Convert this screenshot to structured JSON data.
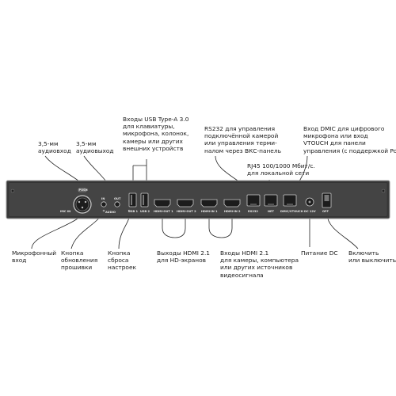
{
  "labels": {
    "usb": "Входы USB Type-A 3.0\nдля клавиатуры,\nмикрофона, колонок,\nкамеры или других\nвнешних устройств",
    "rs232": "RS232 для управления\nподключённой камерой\nили управления терми-\nналом через ВКС-панель",
    "dmic": "Вход DMIC для цифрового\nмикрофона или вход\nVTOUCH для панели\nуправления (с поддержкой PoE)",
    "audio_in": "3,5-мм\nаудиовход",
    "audio_out": "3,5-мм\nаудиовыход",
    "rj45": "RJ45 100/1000 Мбит/с.\nдля локальной сети",
    "mic": "Микрофонный\nвход",
    "update": "Кнопка\nобновления\nпрошивки",
    "reset": "Кнопка\nсброса\nнастроек",
    "hdmi_out": "Выходы HDMI 2.1\nдля HD-экранов",
    "hdmi_in": "Входы HDMI 2.1\nдля камеры, компьютера\nили других источников\nвидеосигнала",
    "dc": "Питание DC",
    "power": "Включить\nили выключить"
  },
  "panel": {
    "push": "PUSH",
    "mic_in": "MIC IN",
    "in": "IN",
    "out": "OUT",
    "audio": "AUDIO",
    "usb1": "USB 1",
    "usb2": "USB 2",
    "hdmi_out1": "HDMI-OUT 1",
    "hdmi_out2": "HDMI-OUT 2",
    "hdmi_in1": "HDMI-IN 1",
    "hdmi_in2": "HDMI-IN 2",
    "rs232": "RS232",
    "net": "NET",
    "dmic_vtouch": "DMIC/VTOUCH",
    "dc12v": "DC 12V",
    "off": "OFF"
  },
  "colors": {
    "panel_body": "#3a3a3a",
    "panel_edge": "#9a9a9a",
    "callout_line": "#222222"
  }
}
